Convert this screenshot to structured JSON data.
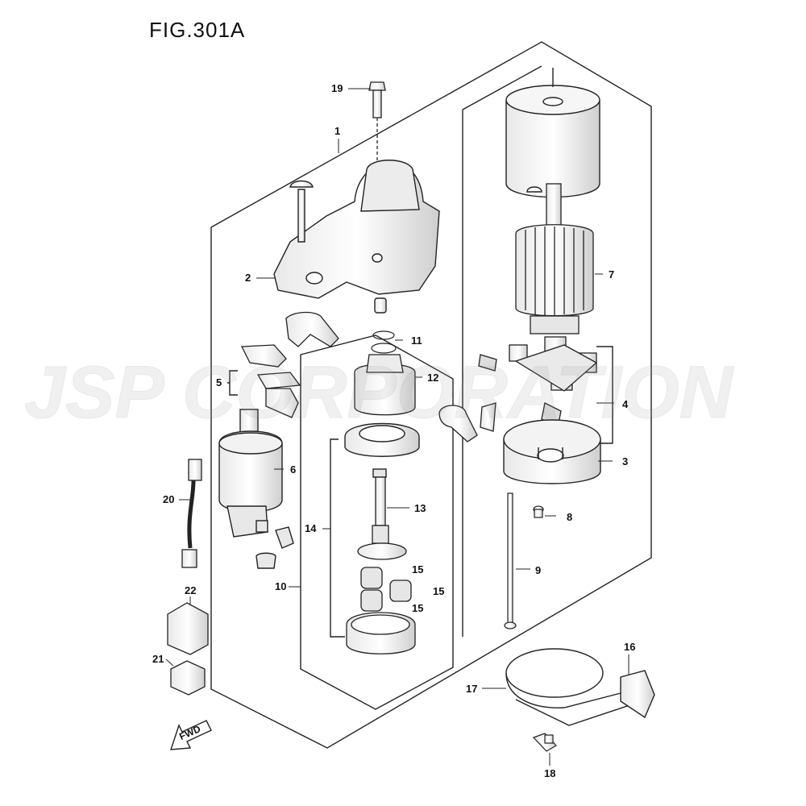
{
  "figure": {
    "title": "FIG.301A"
  },
  "watermark": {
    "text": "JSP CORPORATION"
  },
  "fwd_label": "FWD",
  "callouts": [
    {
      "id": "c1",
      "label": "1"
    },
    {
      "id": "c2",
      "label": "2"
    },
    {
      "id": "c3",
      "label": "3"
    },
    {
      "id": "c4",
      "label": "4"
    },
    {
      "id": "c5",
      "label": "5"
    },
    {
      "id": "c6",
      "label": "6"
    },
    {
      "id": "c7",
      "label": "7"
    },
    {
      "id": "c8",
      "label": "8"
    },
    {
      "id": "c9",
      "label": "9"
    },
    {
      "id": "c10",
      "label": "10"
    },
    {
      "id": "c11",
      "label": "11"
    },
    {
      "id": "c12",
      "label": "12"
    },
    {
      "id": "c13",
      "label": "13"
    },
    {
      "id": "c14",
      "label": "14"
    },
    {
      "id": "c15a",
      "label": "15"
    },
    {
      "id": "c15b",
      "label": "15"
    },
    {
      "id": "c15c",
      "label": "15"
    },
    {
      "id": "c16",
      "label": "16"
    },
    {
      "id": "c17",
      "label": "17"
    },
    {
      "id": "c18",
      "label": "18"
    },
    {
      "id": "c19",
      "label": "19"
    },
    {
      "id": "c20",
      "label": "20"
    },
    {
      "id": "c21",
      "label": "21"
    },
    {
      "id": "c22",
      "label": "22"
    }
  ],
  "colors": {
    "line": "#222222",
    "part_fill": "#f4f4f4",
    "shade": "#d6d6d6",
    "watermark": "#9a9a9a"
  }
}
